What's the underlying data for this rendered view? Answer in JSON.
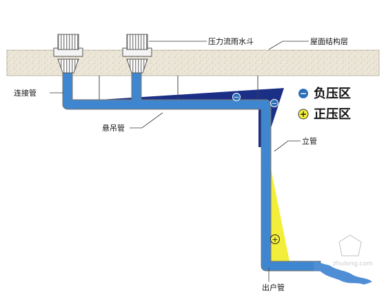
{
  "labels": {
    "drain": "压力流雨水斗",
    "roof": "屋面结构层",
    "connector": "连接管",
    "hanging": "悬吊管",
    "riser": "立管",
    "outlet": "出户管"
  },
  "legend": {
    "negative_symbol": "−",
    "negative_label": "负压区",
    "positive_symbol": "+",
    "positive_label": "正压区"
  },
  "markers": {
    "negative": "−",
    "positive": "+"
  },
  "watermark": "zhulong.com",
  "colors": {
    "negative_zone": "#1c2f86",
    "positive_zone": "#f3ee3a",
    "pipe": "#3e86cf",
    "roof": "#ece6d8"
  }
}
